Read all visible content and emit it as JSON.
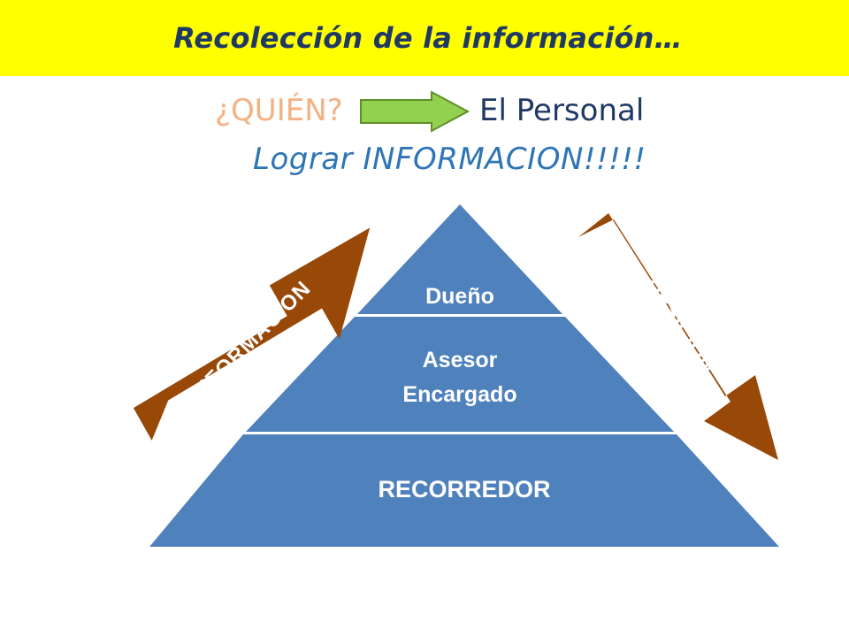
{
  "title": "Recolección de la información…",
  "question": {
    "label": "¿QUIÉN?",
    "answer": "El Personal"
  },
  "subtitle": "Lograr INFORMACION!!!!!",
  "pyramid": {
    "top": "Dueño",
    "middle_line1": "Asesor",
    "middle_line2": "Encargado",
    "bottom": "RECORREDOR"
  },
  "arrows": {
    "up_label": "INFORMACION",
    "down_label": "DESICION"
  },
  "colors": {
    "title_bar": "#ffff00",
    "title_text": "#1f3864",
    "question_text": "#f4b183",
    "answer_text": "#1f3864",
    "subtitle_text": "#2e75b6",
    "pyramid_fill": "#4f81bd",
    "side_arrow_fill": "#984807",
    "pointer_arrow_fill": "#92d050"
  }
}
